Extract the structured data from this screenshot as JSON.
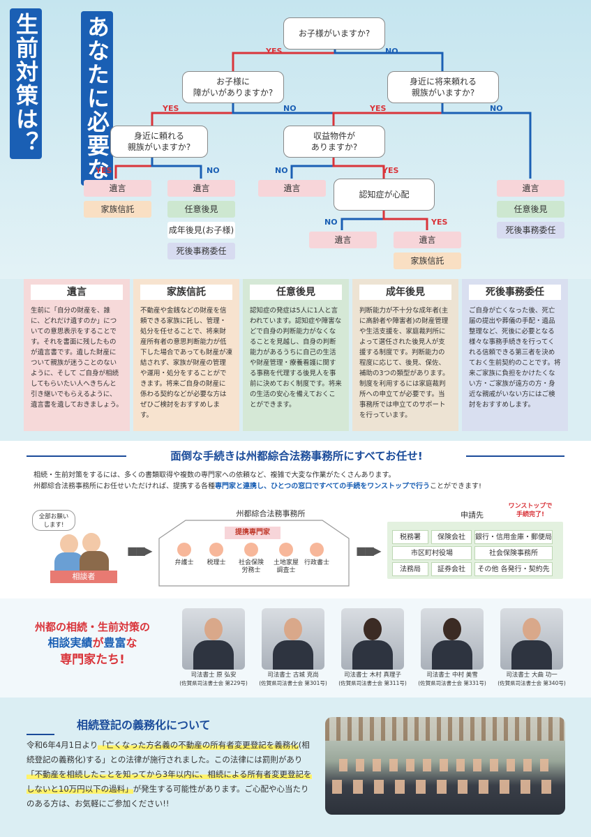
{
  "headline": [
    "生前対策は？",
    "あなたに必要な"
  ],
  "flow": {
    "q1": "お子様がいますか?",
    "q2": [
      "お子様に",
      "障がいがありますか?"
    ],
    "q3": [
      "身近に将来頼れる",
      "親族がいますか?"
    ],
    "q4": [
      "身近に頼れる",
      "親族がいますか?"
    ],
    "q5": [
      "収益物件が",
      "ありますか?"
    ],
    "q6": "認知症が心配",
    "yes": "YES",
    "no": "NO",
    "results": {
      "a1": "遺言",
      "a2": "家族信託",
      "b1": "遺言",
      "b2": "任意後見",
      "b3": "成年後見(お子様)",
      "b4": "死後事務委任",
      "c1": "遺言",
      "d1": "遺言",
      "e1": "遺言",
      "e2": "家族信託",
      "f1": "遺言",
      "f2": "任意後見",
      "f3": "死後事務委任"
    }
  },
  "cards": [
    {
      "title": "遺言",
      "color": "#f6d9d9",
      "body": "生前に「自分の財産を、誰に、どれだけ遺すのか」についての意思表示をすることです。それを書面に残したものが遺言書です。遺した財産について親族が迷うことのないように、そして ご自身が相続してもらいたい人へきちんと引き継いでもらえるように、遺言書を遺しておきましょう。"
    },
    {
      "title": "家族信託",
      "color": "#f7e3cf",
      "body": "不動産や金銭などの財産を信頼できる家族に託し、管理・処分を任せることで、将来財産所有者の意思判断能力が低下した場合であっても財産が凍結されず、家族が財産の管理や運用・処分をすることができます。将来ご自身の財産に係わる契約などが必要な方はぜひご検討をおすすめします。"
    },
    {
      "title": "任意後見",
      "color": "#d5e8d6",
      "body": "認知症の発症は5人に1人と言われています。認知症や障害などで自身の判断能力がなくなることを見越し、自身の判断能力があるうちに自己の生活や財産管理・療養看護に関する事務を代理する後見人を事前に決めておく制度です。将来の生活の安心を備えておくことができます。"
    },
    {
      "title": "成年後見",
      "color": "#ede3d3",
      "body": "判断能力が不十分な成年者(主に高齢者や障害者)の財産管理や生活支援を、家庭裁判所によって選任された後見人が支援する制度です。判断能力の程度に応じて、後見、保佐、補助の3つの類型があります。制度を利用するには家庭裁判所への申立てが必要です。当事務所では申立てのサポートを行っています。"
    },
    {
      "title": "死後事務委任",
      "color": "#d9dff0",
      "body": "ご自身が亡くなった後、死亡届の提出や葬儀の手配・遺品整理など、死後に必要となる様々な事務手続きを行ってくれる信頼できる第三者を決めておく生前契約のことです。将来ご家族に負担をかけたくない方・ご家族が遠方の方・身近な親戚がいない方にはご検討をおすすめします。"
    }
  ],
  "mid": {
    "title": "面倒な手続きは州都綜合法務事務所にすべてお任せ!",
    "p1": "相続・生前対策をするには、多くの書類取得や複数の専門家への依頼など、複雑で大変な作業がたくさんあります。",
    "p2a": "州都綜合法務事務所にお任せいただければ、提携する各種",
    "p2b": "専門家と連携し、ひとつの窓口ですべての手続をワンストップで行う",
    "p2c": "ことができます!",
    "bubble": [
      "全部お願い",
      "します!"
    ],
    "client": "相談者",
    "office": "州都綜合法務事務所",
    "partners": "提携専門家",
    "specialists": [
      [
        "弁護士"
      ],
      [
        "税理士"
      ],
      [
        "社会保険",
        "労務士"
      ],
      [
        "土地家屋",
        "調査士"
      ],
      [
        "行政書士"
      ]
    ],
    "dest_label": "申請先",
    "onestop": [
      "ワンストップで",
      "手続完了!"
    ],
    "dest": [
      [
        "税務署",
        "保険会社",
        "銀行・信用金庫・郵便局"
      ],
      [
        "市区町村役場",
        "社会保険事務所"
      ],
      [
        "法務局",
        "証券会社",
        "その他 各発行・契約先"
      ]
    ]
  },
  "experts": {
    "tagline": [
      "州都の相続・生前対策の",
      "相談実績",
      "が",
      "豊富",
      "な",
      "専門家たち!"
    ],
    "people": [
      {
        "title": "司法書士 原 弘安",
        "reg": "(佐賀県司法書士会 第229号)"
      },
      {
        "title": "司法書士 古城 克尚",
        "reg": "(佐賀県司法書士会 第301号)"
      },
      {
        "title": "司法書士 木村 真理子",
        "reg": "(佐賀県司法書士会 第311号)"
      },
      {
        "title": "司法書士 中村 美雪",
        "reg": "(佐賀県司法書士会 第331号)"
      },
      {
        "title": "司法書士 大曲 功一",
        "reg": "(佐賀県司法書士会 第340号)"
      }
    ]
  },
  "bottom": {
    "title": "相続登記の義務化について",
    "t1": "令和6年4月1日より",
    "t2": "「亡くなった方名義の不動産の所有者変更登記を義務化",
    "t3": "(相続登記の義務化)する」との法律が施行されました。この法律には罰則があり",
    "t4": "「不動産を相続したことを知ってから3年以内に、相続による所有者変更登記をしないと10万円以下の過料」",
    "t5": "が発生する可能性があります。ご心配や心当たりのある方は、お気軽にご参加ください!!"
  }
}
